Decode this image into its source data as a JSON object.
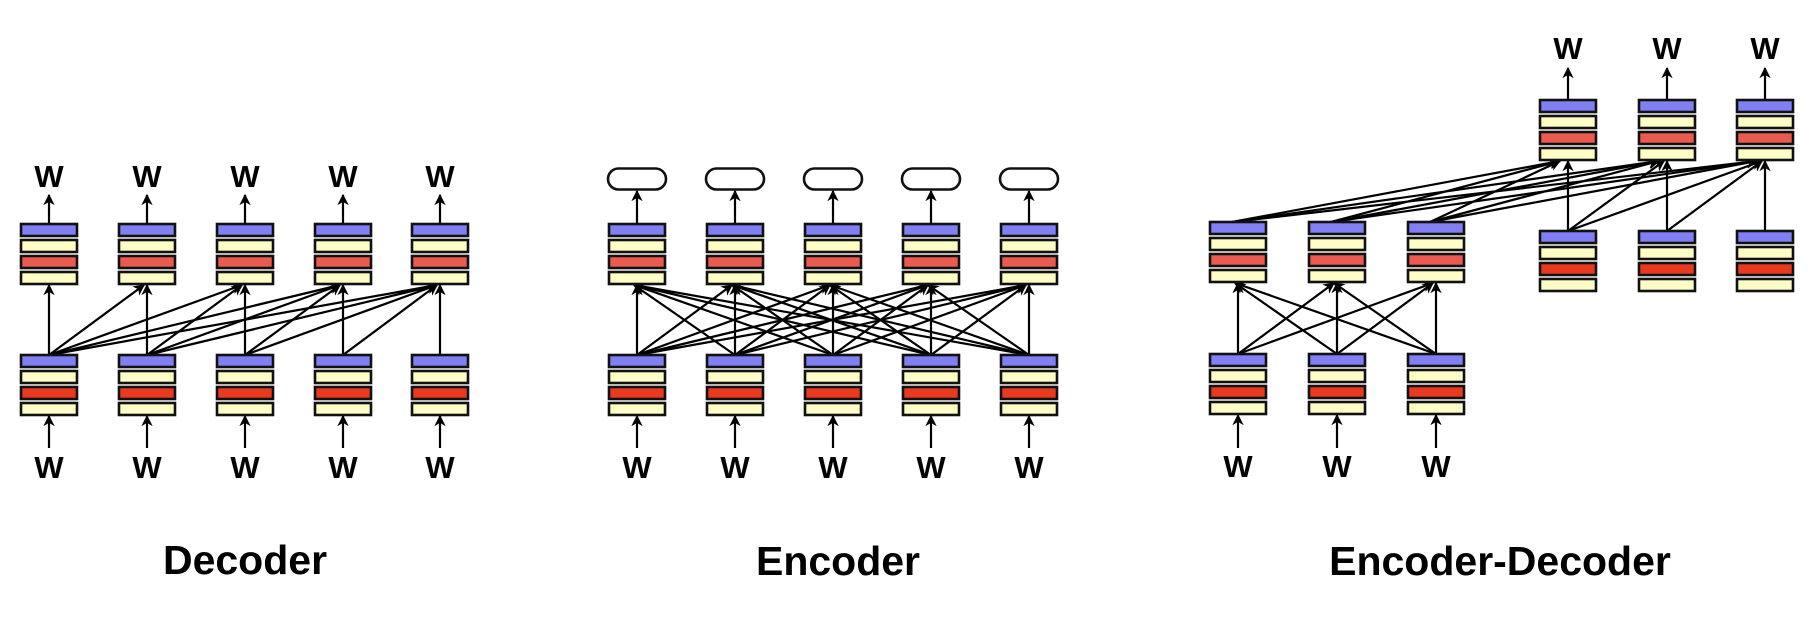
{
  "colors": {
    "attention_layer": "#8080F4",
    "norm_layer": "#FFFDC6",
    "ffn_layer_top": "#EB5A4E",
    "ffn_layer_bottom": "#E93A20",
    "stroke": "#111111"
  },
  "token_label": "W",
  "panels": [
    {
      "id": "decoder",
      "title": "Decoder",
      "input_tokens": [
        "W",
        "W",
        "W",
        "W",
        "W"
      ],
      "output_tokens": [
        "W",
        "W",
        "W",
        "W",
        "W"
      ],
      "output_kind": "token",
      "attention": "causal"
    },
    {
      "id": "encoder",
      "title": "Encoder",
      "input_tokens": [
        "W",
        "W",
        "W",
        "W",
        "W"
      ],
      "output_tokens": [
        "",
        "",
        "",
        "",
        ""
      ],
      "output_kind": "empty-pill",
      "attention": "bidirectional"
    },
    {
      "id": "encoder-decoder",
      "title": "Encoder-Decoder",
      "encoder_input_tokens": [
        "W",
        "W",
        "W"
      ],
      "decoder_output_tokens": [
        "W",
        "W",
        "W"
      ],
      "encoder_attention": "bidirectional",
      "decoder_attention": "causal",
      "cross_attention": "all-to-all"
    }
  ],
  "layer_stack": [
    "attention",
    "norm",
    "ffn",
    "norm"
  ]
}
